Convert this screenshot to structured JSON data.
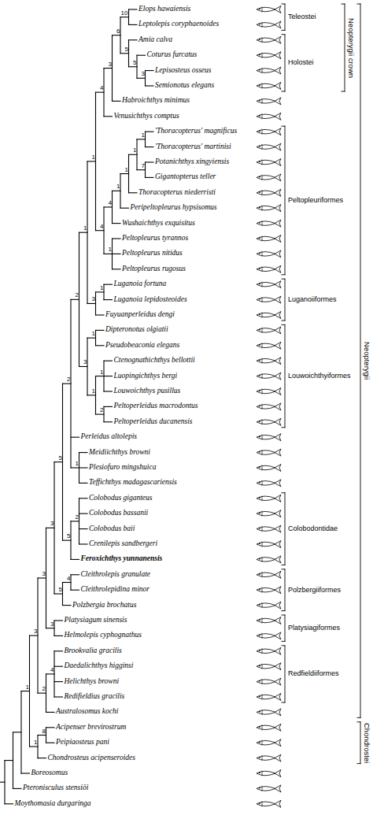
{
  "diagram": {
    "labels": [
      "Elops hawaiensis",
      "Leptolepis coryphaenoides",
      "Amia calva",
      "Coturus furcatus",
      "Lepisosteus osseus",
      "Semionotus elegans",
      "Habroichthys minimus",
      "Venusichthys comptus",
      "'Thoracopterus' magnificus",
      "'Thoracopterus' martinisi",
      "Potanichthys xingyiensis",
      "Gigantopterus teller",
      "Thoracopterus niederristi",
      "Peripeltopleurus hypsisomus",
      "Wushaichthys exquisitus",
      "Peltopleurus tyrannos",
      "Peltopleurus nitidus",
      "Peltopleurus rugosus",
      "Luganoia fortuna",
      "Luganoia lepidosteoides",
      "Fuyuanperleidus dengi",
      "Dipteronotus olgiatii",
      "Pseudobeaconia elegans",
      "Ctenognathichthys bellottii",
      "Luopingichthys bergi",
      "Louwoichthys pusillus",
      "Peltoperleidus macrodontus",
      "Peltoperleidus ducanensis",
      "Perleidus altolepis",
      "Meidiichthys browni",
      "Plesiofuro mingshuica",
      "Teffichthys madagascariensis",
      "Colobodus giganteus",
      "Colobodus bassanii",
      "Colobodus baii",
      "Crenilepis sandbergeri",
      "Feroxichthys yunnanensis",
      "Cleithrolepis granulate",
      "Cleithrolepidina minor",
      "Polzbergia brochatus",
      "Platysiagum sinensis",
      "Helmolepis cyphognathus",
      "Brookvalia gracilis",
      "Daedalichthys higginsi",
      "Helichthys browni",
      "Redifieldius gracilis",
      "Australosomus kochi",
      "Acipenser brevirostrum",
      "Peipiaosteus pani",
      "Chondrosteus acipenseroides",
      "Boreosomus",
      "Pteronisculus stensiöi",
      "Moythomasia durgaringa",
      "Teleostei",
      "Holostei",
      "Neopterygii crown",
      "Peltopleuriformes",
      "Luganoiiformes",
      "Louwoichthyiformes",
      "Colobodontidae",
      "Polzbergiiformes",
      "Platysiagiformes",
      "Redfieldiiformes",
      "Neopterygii",
      "Chondrostei",
      "1",
      "3",
      "3",
      "3",
      "5",
      "2",
      "2",
      "1",
      "1",
      "4",
      "3",
      "6",
      "10",
      "5",
      "5",
      "3",
      "4",
      "4",
      "1",
      "1",
      "1",
      "1",
      "7",
      "1",
      "3",
      "1",
      "3",
      "1",
      "1",
      "1",
      "2",
      "1",
      "5",
      "2",
      "5",
      "4",
      "3",
      "2",
      "4",
      "1",
      "8"
    ]
  }
}
